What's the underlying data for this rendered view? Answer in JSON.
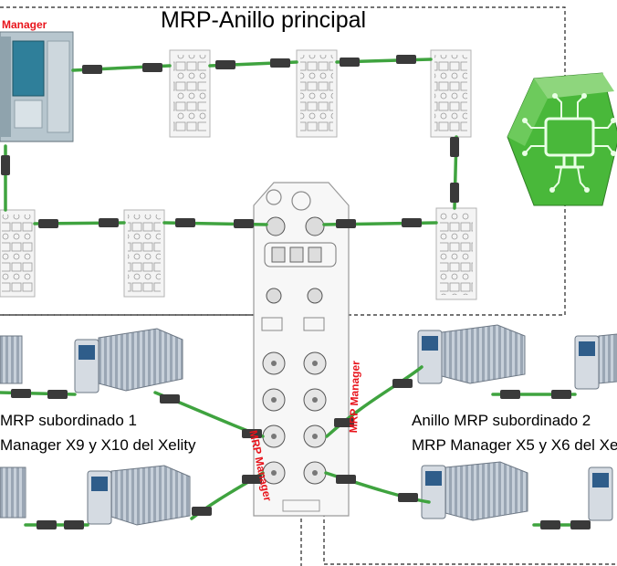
{
  "title": "MRP-Anillo principal",
  "labels": {
    "plc_manager": "Manager",
    "sub1_line1": "MRP subordinado 1",
    "sub1_line2": "Manager X9 y X10 del Xelity",
    "sub2_line1": "Anillo MRP subordinado 2",
    "sub2_line2": "MRP Manager X5 y X6 del Xe",
    "mrp_manager_left": "MRP Manager",
    "mrp_manager_right": "MRP Manager"
  },
  "colors": {
    "cable": "#3fa33f",
    "connector": "#3a3a3a",
    "manager_red": "#e8141c",
    "hexagon": "#4cc23a",
    "plc_body": "#a9bcc6",
    "plc_panel": "#3fa0b5"
  },
  "icons": [
    "network-device-hexagon-icon"
  ]
}
